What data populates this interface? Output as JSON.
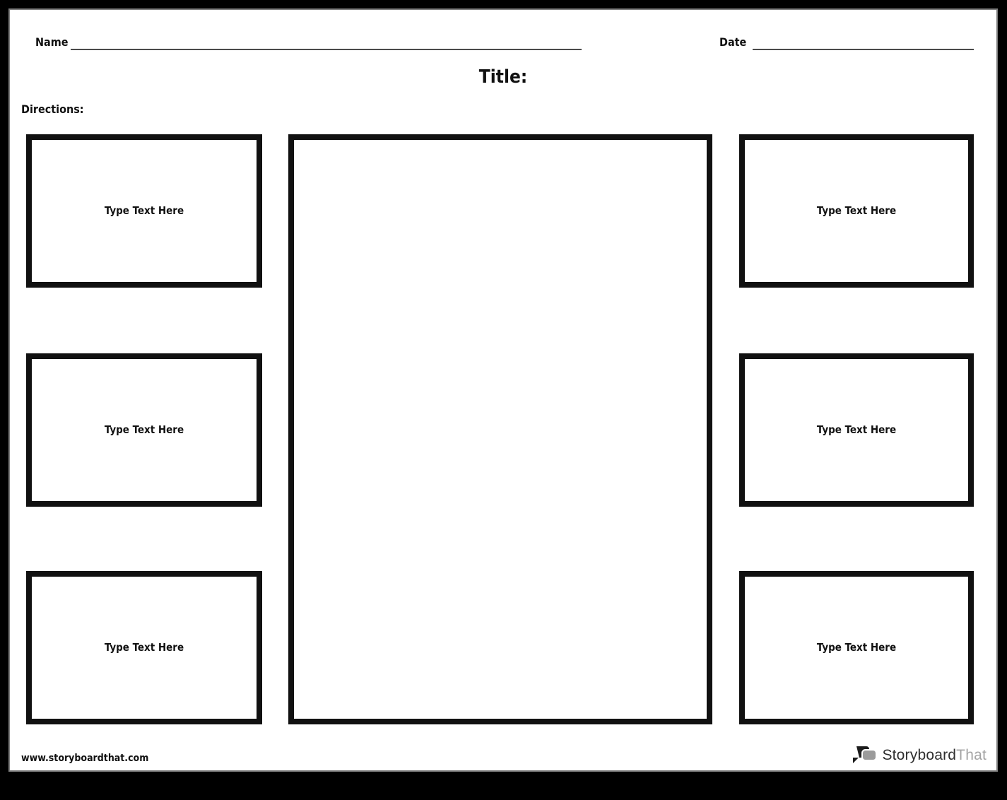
{
  "header": {
    "name_label": "Name",
    "date_label": "Date",
    "title": "Title:",
    "directions": "Directions:"
  },
  "text_boxes": [
    {
      "label": "Type Text Here"
    },
    {
      "label": "Type Text Here"
    },
    {
      "label": "Type Text Here"
    },
    {
      "label": "Type Text Here"
    },
    {
      "label": "Type Text Here"
    },
    {
      "label": "Type Text Here"
    }
  ],
  "main_box": {
    "label": ""
  },
  "footer": {
    "url": "www.storyboardthat.com",
    "logo": {
      "part1": "Storyboard",
      "part2": "That"
    }
  },
  "colors": {
    "page_background": "#ffffff",
    "frame_background": "#000000",
    "page_edge": "#7f7f7f",
    "box_border": "#111111",
    "text": "#111111",
    "fill_line": "#4a4a4a",
    "logo_dark": "#2f2f2f",
    "logo_gray": "#a4a4a4",
    "logo_bubble_black": "#1c1c1c",
    "logo_bubble_gray": "#9b9b9b"
  }
}
